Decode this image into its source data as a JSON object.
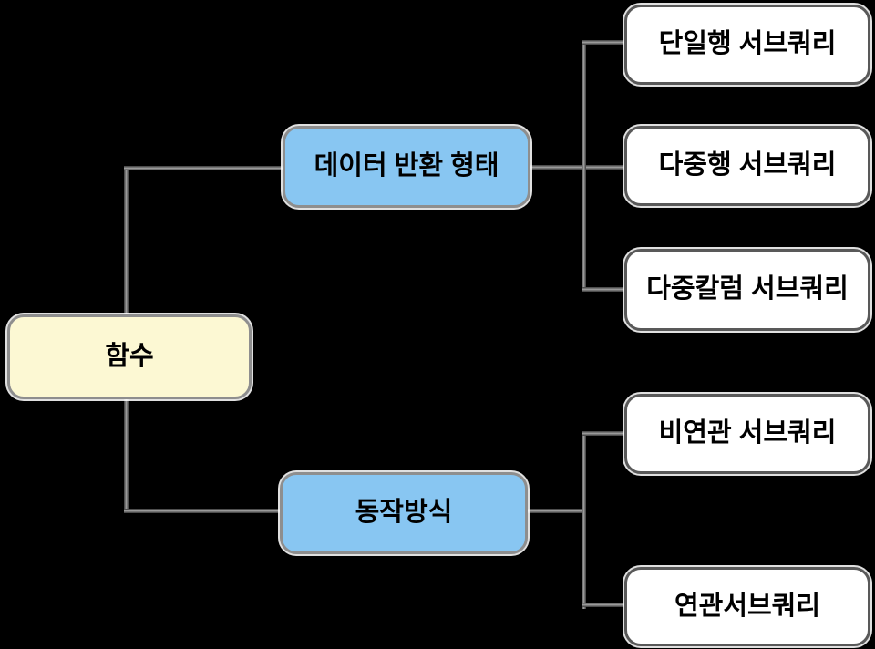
{
  "background_color": "#000000",
  "diagram": {
    "type": "tree",
    "direction": "left-to-right",
    "root": {
      "label": "함수",
      "fill": "#FCF8D3"
    },
    "branches": [
      {
        "label": "데이터 반환 형태",
        "fill": "#88C6F2",
        "children": [
          {
            "label": "단일행 서브쿼리",
            "fill": "#FFFFFF"
          },
          {
            "label": "다중행 서브쿼리",
            "fill": "#FFFFFF"
          },
          {
            "label": "다중칼럼 서브쿼리",
            "fill": "#FFFFFF"
          }
        ]
      },
      {
        "label": "동작방식",
        "fill": "#88C6F2",
        "children": [
          {
            "label": "비연관 서브쿼리",
            "fill": "#FFFFFF"
          },
          {
            "label": "연관서브쿼리",
            "fill": "#FFFFFF"
          }
        ]
      }
    ],
    "colors": {
      "line": "#6E6E6E",
      "node_border": "#8E8E8E",
      "leaf_border": "#595959",
      "text": "#000000",
      "halo": "#FFFFFF",
      "background": "#000000"
    }
  }
}
